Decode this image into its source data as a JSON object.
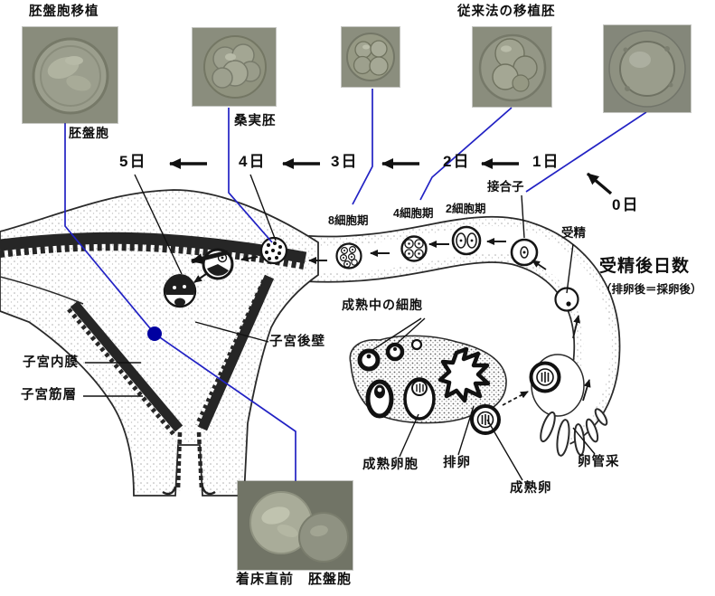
{
  "figure": {
    "description": "Embryo development from ovulation and fertilization to blastocyst implantation (uterus, fallopian tube, ovary cross-section)",
    "language": "ja"
  },
  "photos": {
    "blastocyst_transfer": {
      "title": "胚盤胞移植",
      "caption": "胚盤胞"
    },
    "morula": {
      "caption": "桑実胚"
    },
    "conventional_transfer": {
      "title": "従来法の移植胚"
    },
    "pre_implantation": {
      "caption": "着床直前　胚盤胞"
    }
  },
  "timeline": {
    "days": [
      "5日",
      "4日",
      "3日",
      "2日",
      "1日",
      "0日"
    ]
  },
  "stage_labels": {
    "eight_cell": "8細胞期",
    "four_cell": "4細胞期",
    "two_cell": "2細胞期",
    "zygote": "接合子",
    "fertilization": "受精"
  },
  "caption": {
    "line1": "受精後日数",
    "line2": "（排卵後＝採卵後）"
  },
  "anatomy": {
    "maturing_cells": "成熟中の細胞",
    "uterus_posterior_wall": "子宮後壁",
    "endometrium": "子宮内膜",
    "myometrium": "子宮筋層",
    "mature_follicle": "成熟卵胞",
    "ovulation": "排卵",
    "mature_egg": "成熟卵",
    "fimbriae": "卵管采"
  },
  "colors": {
    "connector_blue": "#2222c4",
    "implantation_dot": "#0000a0",
    "ink": "#1c1c1c",
    "photo_background": "#878a7a"
  }
}
